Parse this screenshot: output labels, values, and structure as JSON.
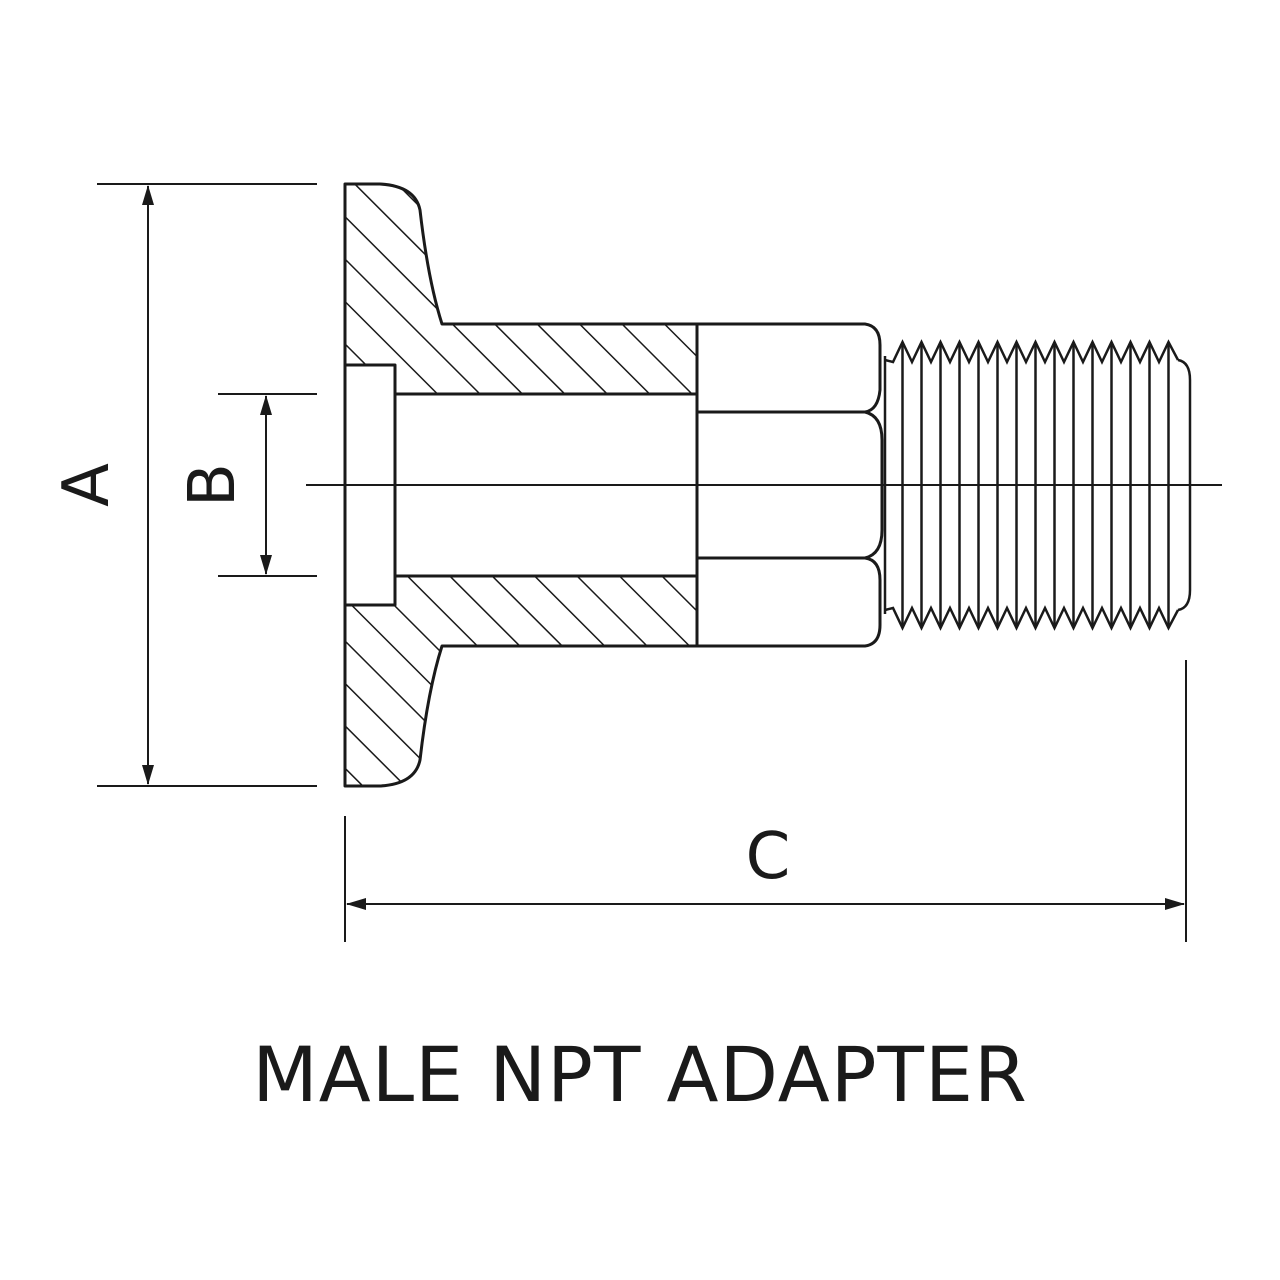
{
  "diagram": {
    "caption": "MALE NPT ADAPTER",
    "dimensions": {
      "a": "A",
      "b": "B",
      "c": "C"
    },
    "colors": {
      "ink": "#1a1a1a",
      "background": "#ffffff"
    }
  }
}
